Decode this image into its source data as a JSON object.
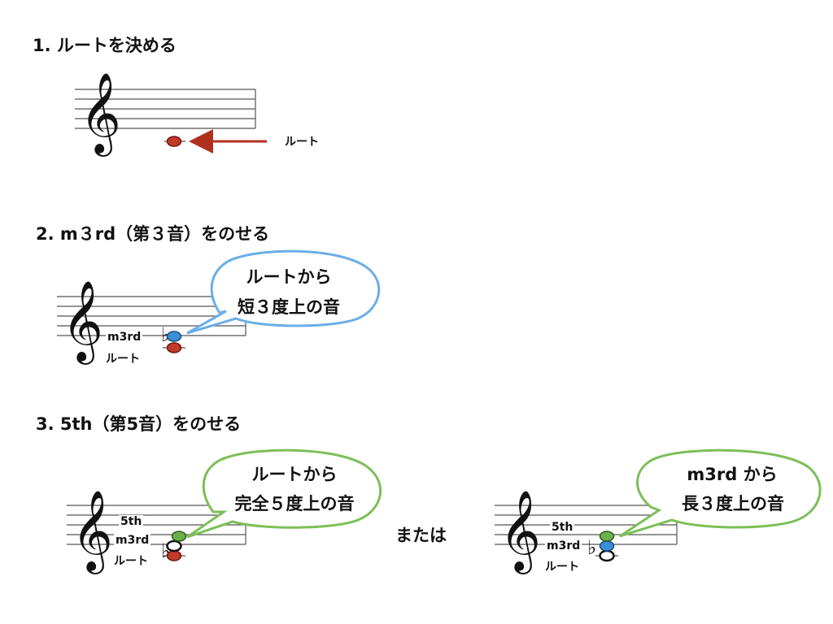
{
  "colors": {
    "root_note": "#c0392b",
    "third_note": "#3a8fd9",
    "fifth_note": "#6ab04c",
    "arrow": "#b03020",
    "bubble_blue": "#6aaee6",
    "bubble_green": "#7cbf58"
  },
  "icons": {
    "clef": "treble-clef-icon",
    "flat": "flat-sign-icon",
    "arrow": "left-arrow-icon"
  },
  "step1": {
    "heading": "1. ルートを決める",
    "arrow_label": "ルート"
  },
  "step2": {
    "heading": "2. m３rd（第３音）をのせる",
    "label_third": "m3rd",
    "label_root": "ルート",
    "bubble_line1": "ルートから",
    "bubble_line2": "短３度上の音"
  },
  "step3": {
    "heading": "3.  5th（第5音）をのせる",
    "left": {
      "label_fifth": "5th",
      "label_third": "m3rd",
      "label_root": "ルート",
      "bubble_line1": "ルートから",
      "bubble_line2": "完全５度上の音"
    },
    "or_text": "または",
    "right": {
      "label_fifth": "5th",
      "label_third": "m3rd",
      "label_root": "ルート",
      "bubble_line1": "m3rd から",
      "bubble_line2": "長３度上の音"
    }
  }
}
